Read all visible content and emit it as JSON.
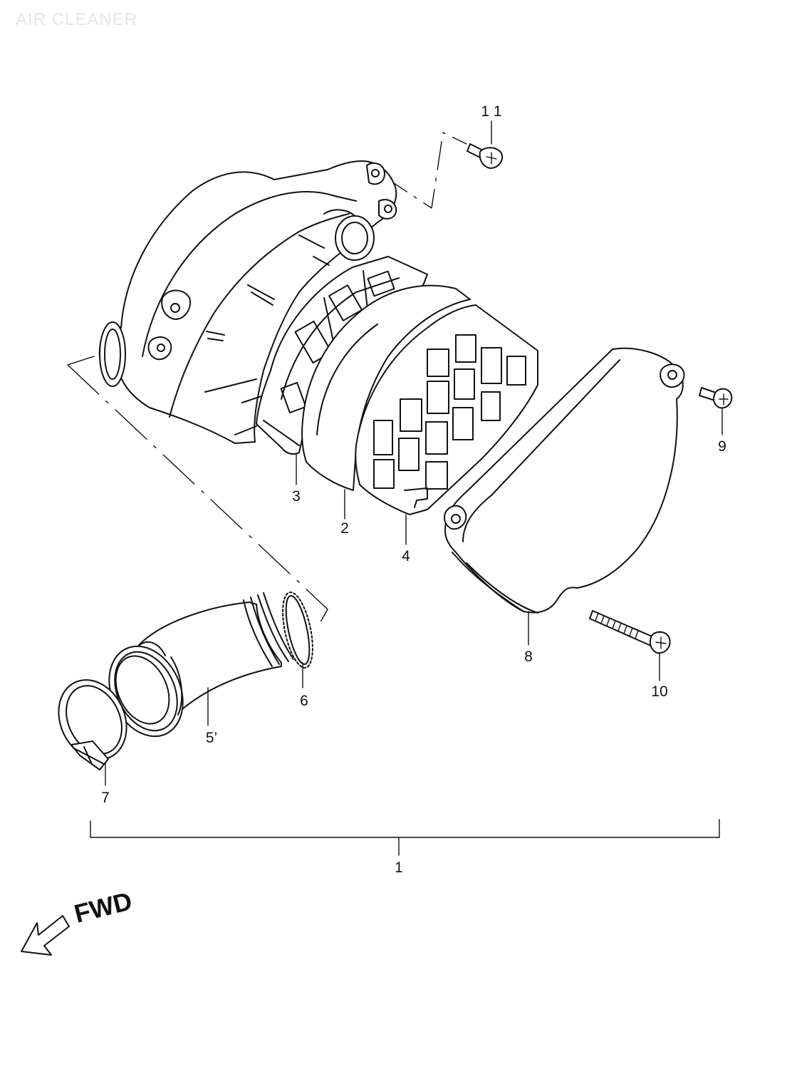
{
  "title": "AIR CLEANER",
  "direction_label": "FWD",
  "callouts": [
    {
      "id": "callout-1",
      "text": "1"
    },
    {
      "id": "callout-2",
      "text": "2"
    },
    {
      "id": "callout-3",
      "text": "3"
    },
    {
      "id": "callout-4",
      "text": "4"
    },
    {
      "id": "callout-5",
      "text": "5’"
    },
    {
      "id": "callout-6",
      "text": "6"
    },
    {
      "id": "callout-7",
      "text": "7"
    },
    {
      "id": "callout-8",
      "text": "8"
    },
    {
      "id": "callout-9",
      "text": "9"
    },
    {
      "id": "callout-10",
      "text": "10"
    },
    {
      "id": "callout-11",
      "text": "1 1"
    }
  ]
}
